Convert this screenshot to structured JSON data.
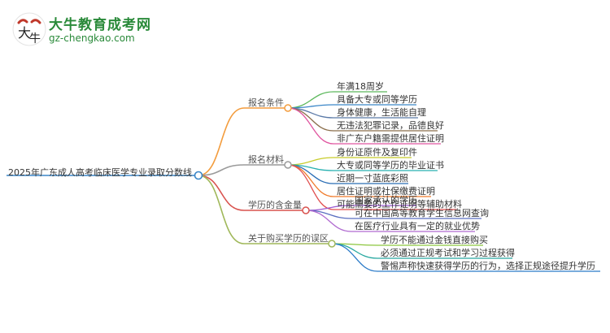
{
  "logo": {
    "title": "大牛教育成考网",
    "url": "gz-chengkao.com"
  },
  "mindmap": {
    "root": "2025年广东成人高考临床医学专业录取分数线",
    "branches": [
      {
        "label": "报名条件",
        "color": "#f39c3d",
        "leaves": [
          {
            "text": "年满18周岁",
            "color": "#5cb85c"
          },
          {
            "text": "具备大专或同等学历",
            "color": "#3a86c8"
          },
          {
            "text": "身体健康，生活能自理",
            "color": "#5b7aa8"
          },
          {
            "text": "无违法犯罪记录，品德良好",
            "color": "#8a6d4a"
          },
          {
            "text": "非广东户籍需提供居住证明",
            "color": "#e056a0"
          }
        ]
      },
      {
        "label": "报名材料",
        "color": "#9a9a9a",
        "leaves": [
          {
            "text": "身份证原件及复印件",
            "color": "#c8cc2a"
          },
          {
            "text": "大专或同等学历的毕业证书",
            "color": "#27b0b0"
          },
          {
            "text": "近期一寸蓝底彩照",
            "color": "#2a6db5"
          },
          {
            "text": "居住证明或社保缴费证明",
            "color": "#f07a2a"
          },
          {
            "text": "可能需要的工作证明等辅助材料",
            "color": "#e04e4e"
          }
        ]
      },
      {
        "label": "学历的含金量",
        "color": "#d9534f",
        "leaves": [
          {
            "text": "国家承认的学历",
            "color": "#9b59d0"
          },
          {
            "text": "可在中国高等教育学生信息网查询",
            "color": "#5a6fc0"
          },
          {
            "text": "在医疗行业具有一定的就业优势",
            "color": "#b06ad0"
          }
        ]
      },
      {
        "label": "关于购买学历的误区",
        "color": "#a0b85a",
        "leaves": [
          {
            "text": "学历不能通过金钱直接购买",
            "color": "#8cc63e"
          },
          {
            "text": "必须通过正规考试和学习过程获得",
            "color": "#27a8a0"
          },
          {
            "text": "警惕声称快速获得学历的行为，选择正规途径提升学历",
            "color": "#2a7ac8"
          }
        ]
      }
    ]
  }
}
